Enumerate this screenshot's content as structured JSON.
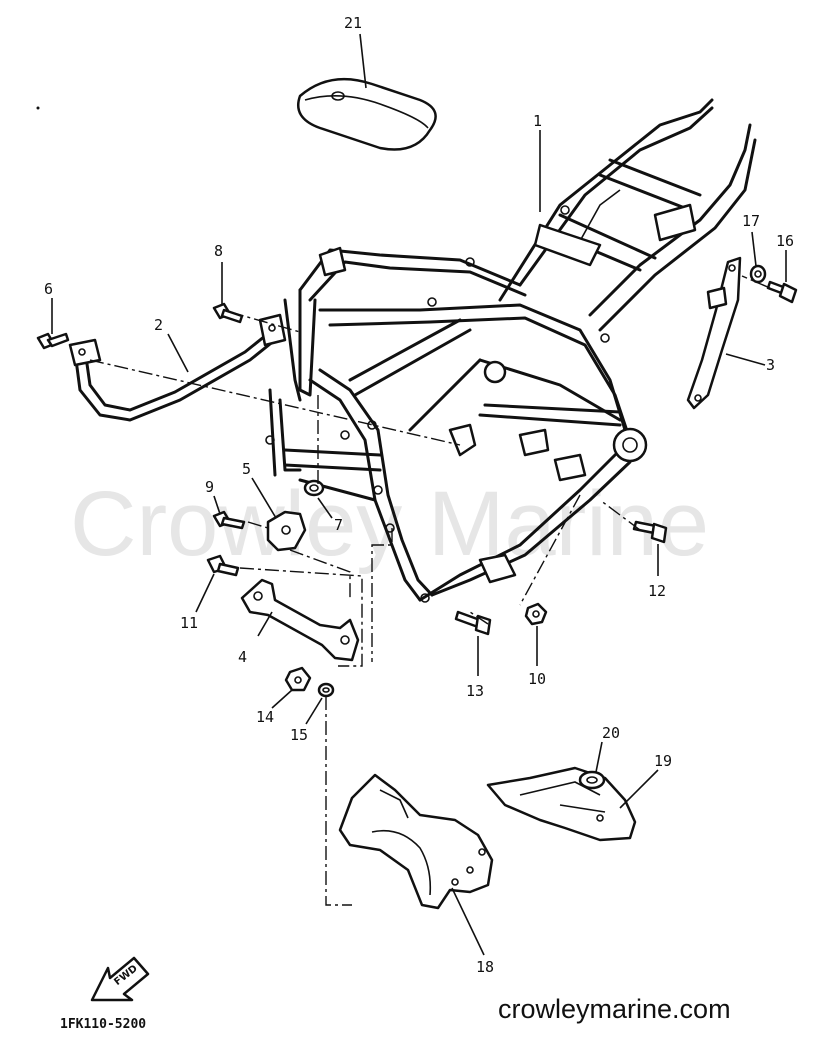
{
  "watermark": "Crowley Marine",
  "site_url": "crowleymarine.com",
  "diagram_code": "1FK110-5200",
  "fwd_label": "FWD",
  "parts": [
    {
      "number": "1"
    },
    {
      "number": "2"
    },
    {
      "number": "3"
    },
    {
      "number": "4"
    },
    {
      "number": "5"
    },
    {
      "number": "6"
    },
    {
      "number": "7"
    },
    {
      "number": "8"
    },
    {
      "number": "9"
    },
    {
      "number": "10"
    },
    {
      "number": "11"
    },
    {
      "number": "12"
    },
    {
      "number": "13"
    },
    {
      "number": "14"
    },
    {
      "number": "15"
    },
    {
      "number": "16"
    },
    {
      "number": "17"
    },
    {
      "number": "18"
    },
    {
      "number": "19"
    },
    {
      "number": "20"
    },
    {
      "number": "21"
    }
  ]
}
